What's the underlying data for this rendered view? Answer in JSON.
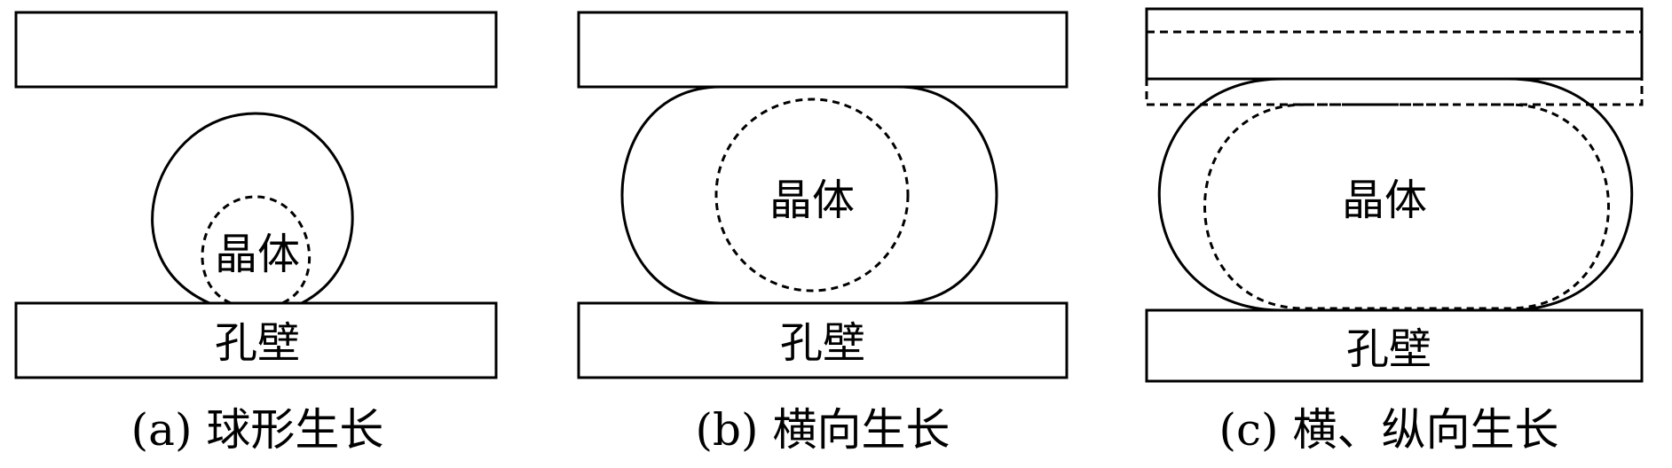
{
  "colors": {
    "stroke": "#000000",
    "background": "#ffffff"
  },
  "panels": [
    {
      "id": "a",
      "crystal_label": "晶体",
      "wall_label": "孔壁",
      "caption": "(a) 球形生长"
    },
    {
      "id": "b",
      "crystal_label": "晶体",
      "wall_label": "孔壁",
      "caption": "(b) 横向生长"
    },
    {
      "id": "c",
      "crystal_label": "晶体",
      "wall_label": "孔壁",
      "caption": "(c) 横、纵向生长"
    }
  ]
}
